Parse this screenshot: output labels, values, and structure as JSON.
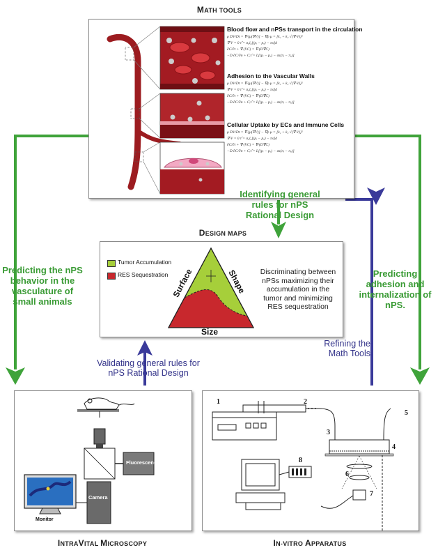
{
  "math_tools": {
    "title": "Math Tools",
    "sections": [
      {
        "heading": "Blood flow and nPSs transport in the circulation",
        "equations": [
          "ρ DV/Dt = ∇·[μ(∇V)] − ∇p        μ = [k₁ + k₂ √(∇·V)]²",
          "∇·V = 0           τ̃ = σ₀l₀[(pᵢ − pₒ) − πs]d",
          "∂C/∂t + ∇·(VC) = ∇·(D∇C)",
          "−D ∂C/∂n + Cᵢτ̃ = L[(pᵢ − pₒ) − σs(πᵢ − πₒ)]"
        ]
      },
      {
        "heading": "Adhesion to the Vascular Walls",
        "equations": [
          "ρ DV/Dt = ∇·[μ(∇V)] − ∇p        μ = [k₁ + k₂ √(∇·V)]²",
          "∇·V = 0           τ̃ = σ₀l₀[(pᵢ − pₒ) − πs]d",
          "∂C/∂t + ∇·(VC) = ∇·(D∇C)",
          "−D ∂C/∂n + Cᵢτ̃ = L[(pᵢ − pₒ) − σs(πᵢ − πₒ)]"
        ]
      },
      {
        "heading": "Cellular Uptake by ECs and Immune Cells",
        "equations": [
          "ρ DV/Dt = ∇·[μ(∇V)] − ∇p        μ = [k₁ + k₂ √(∇·V)]²",
          "∇·V = 0           τ̃ = σ₀l₀[(pᵢ − pₒ) − πs]d",
          "∂C/∂t + ∇·(VC) = ∇·(D∇C)",
          "−D ∂C/∂n + Cᵢτ̃ = L[(pᵢ − pₒ) − σs(πᵢ − πₒ)]"
        ]
      }
    ]
  },
  "design_maps": {
    "title": "Design Maps",
    "legend": [
      {
        "label": "Tumor Accumulation",
        "color": "#a6cf3a"
      },
      {
        "label": "RES Sequestration",
        "color": "#c8282d"
      }
    ],
    "axes": {
      "left": "Surface",
      "right": "Shape",
      "bottom": "Size"
    },
    "description": "Discriminating between nPSs maximizing their accumulation in the tumor and minimizing RES sequestration"
  },
  "intravital": {
    "title": "IntraVital Microscopy",
    "labels": {
      "fluorescence": "Fluorescence",
      "camera": "Camera",
      "monitor": "Monitor"
    }
  },
  "invitro": {
    "title": "In-vitro Apparatus",
    "numbers": [
      "1",
      "2",
      "3",
      "4",
      "5",
      "6",
      "7",
      "8"
    ]
  },
  "arrows": {
    "identifying": "Identifying general rules for nPS Rational Design",
    "predicting_behavior": "Predicting the nPS behavior in the vasculature of small animals",
    "predicting_adhesion": "Predicting adhesion and internalization of nPS.",
    "validating": "Validating general rules for nPS Rational Design",
    "refining": "Refining the Math Tools"
  },
  "colors": {
    "green_arrow": "#3fa33a",
    "blue_arrow": "#3a3a9a",
    "vessel": "#9c1c20"
  }
}
